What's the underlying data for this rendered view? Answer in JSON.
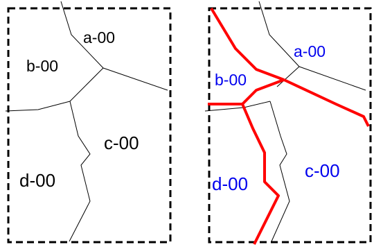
{
  "left_panel": {
    "regions": [
      {
        "id": "a",
        "label": "a-00"
      },
      {
        "id": "b",
        "label": "b-00"
      },
      {
        "id": "c",
        "label": "c-00"
      },
      {
        "id": "d",
        "label": "d-00"
      }
    ],
    "label_color": "#000000",
    "boundary_color": "#000000",
    "frame_color": "#000000"
  },
  "right_panel": {
    "regions": [
      {
        "id": "a",
        "label": "a-00"
      },
      {
        "id": "b",
        "label": "b-00"
      },
      {
        "id": "c",
        "label": "c-00"
      },
      {
        "id": "d",
        "label": "d-00"
      }
    ],
    "label_color": "#0000ee",
    "highlight_color": "#ff0000",
    "boundary_color": "#000000",
    "frame_color": "#000000"
  }
}
